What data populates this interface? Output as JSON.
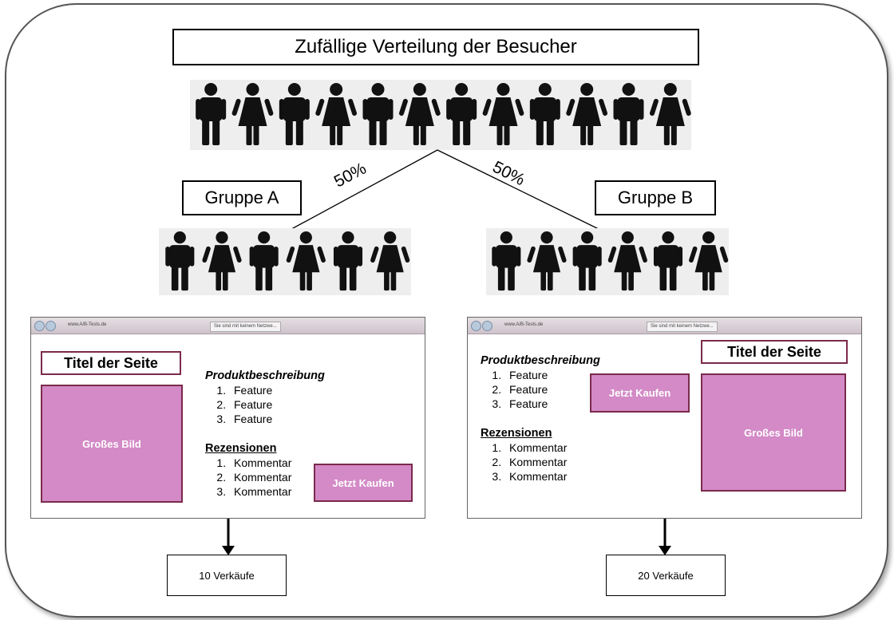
{
  "title": "Zufällige Verteilung der Besucher",
  "split": {
    "left_percent": "50%",
    "right_percent": "50%"
  },
  "groups": [
    {
      "label": "Gruppe A",
      "page": {
        "url": "www.A/B-Tests.de",
        "tab": "Sie sind mit keinem Netzwe...",
        "title": "Titel der Seite",
        "image_label": "Großes Bild",
        "description_heading": "Produktbeschreibung",
        "features": [
          "Feature",
          "Feature",
          "Feature"
        ],
        "reviews_heading": "Rezensionen",
        "reviews": [
          "Kommentar",
          "Kommentar",
          "Kommentar"
        ],
        "buy_label": "Jetzt Kaufen"
      },
      "sales": "10 Verkäufe"
    },
    {
      "label": "Gruppe B",
      "page": {
        "url": "www.A/B-Tests.de",
        "tab": "Sie sind mit keinem Netzwe...",
        "title": "Titel der Seite",
        "image_label": "Großes Bild",
        "description_heading": "Produktbeschreibung",
        "features": [
          "Feature",
          "Feature",
          "Feature"
        ],
        "reviews_heading": "Rezensionen",
        "reviews": [
          "Kommentar",
          "Kommentar",
          "Kommentar"
        ],
        "buy_label": "Jetzt Kaufen"
      },
      "sales": "20 Verkäufe"
    }
  ],
  "icons": {
    "person_male": "male-person-icon",
    "person_female": "female-person-icon"
  },
  "colors": {
    "accent_fill": "#d38ac6",
    "accent_border": "#7b2a4b",
    "people_bg": "#eeeeee"
  }
}
